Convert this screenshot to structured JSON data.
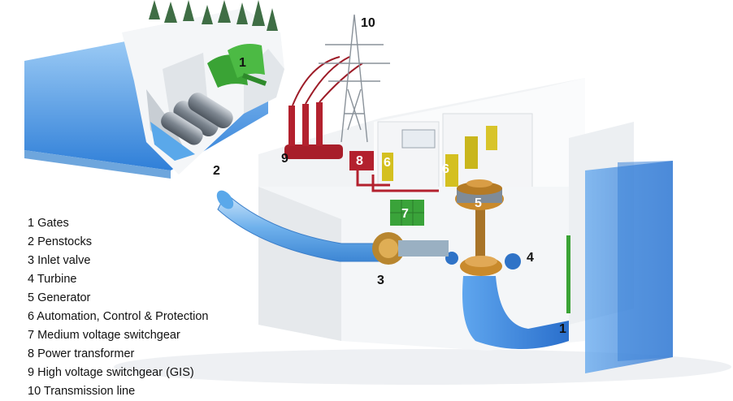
{
  "legend": [
    "1 Gates",
    "2 Penstocks",
    "3 Inlet valve",
    "4 Turbine",
    "5 Generator",
    "6 Automation, Control & Protection",
    "7 Medium voltage switchgear",
    "8 Power transformer",
    "9 High voltage switchgear (GIS)",
    "10 Transmission line"
  ],
  "callouts": {
    "gates_top": "1",
    "gates_bottom": "1",
    "penstocks": "2",
    "inlet_valve": "3",
    "turbine": "4",
    "generator": "5",
    "automation_left": "6",
    "automation_right": "6",
    "mv_switchgear": "7",
    "transformer": "8",
    "hv_switchgear": "9",
    "transmission": "10"
  },
  "colors": {
    "water": "#3f8fe0",
    "penstock": "#5aa8ea",
    "building": "#f3f5f7",
    "gates": "#3aa335",
    "hv_red": "#b3212e",
    "turbine_bronze": "#c98a2c",
    "mv_green": "#3aa33a",
    "cabinet_yellow": "#d4c020"
  }
}
